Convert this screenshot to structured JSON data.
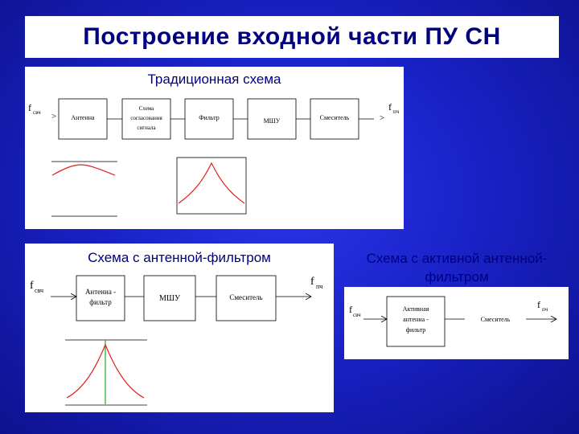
{
  "title": "Построение входной части ПУ СН",
  "panels": {
    "traditional": {
      "heading": "Традиционная схема",
      "input_label": "f",
      "input_sub": "свч",
      "output_label": "f",
      "output_sub": "пч",
      "blocks": {
        "antenna": "Антенна",
        "matching": [
          "Схема",
          "согласования",
          "сигнала"
        ],
        "filter": "Фильтр",
        "lna": "МШУ",
        "mixer": "Смеситель"
      }
    },
    "antenna_filter": {
      "heading": "Схема с антенной-фильтром",
      "input_label": "f",
      "input_sub": "свч",
      "output_label": "f",
      "output_sub": "пч",
      "blocks": {
        "antenna_filter": [
          "Антенна -",
          "фильтр"
        ],
        "lna": "МШУ",
        "mixer": "Смеситель"
      }
    },
    "active_antenna_filter": {
      "heading_line1": "Схема с активной антенной-",
      "heading_line2": "фильтром",
      "input_label": "f",
      "input_sub": "свч",
      "output_label": "f",
      "output_sub": "пч",
      "blocks": {
        "active_antenna_filter": [
          "Активная",
          "антенна -",
          "фильтр"
        ],
        "mixer": "Смеситель"
      }
    }
  },
  "colors": {
    "title_text": "#000080",
    "curve": "#e0201c",
    "center_line": "#1fa81f"
  }
}
